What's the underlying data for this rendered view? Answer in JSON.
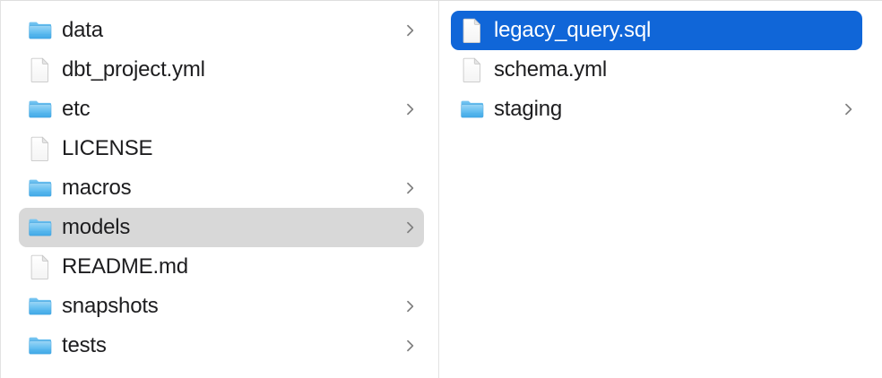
{
  "window": {
    "view": "column-browser",
    "accent_selected": "#1066d8",
    "accent_inactive": "#d8d8d8",
    "folder_color": "#56b7f0",
    "text_color": "#1d1d1f",
    "selected_text_color": "#ffffff"
  },
  "columns": [
    {
      "name": "parent-column",
      "items": [
        {
          "label": "data",
          "kind": "folder",
          "icon": "folder-icon",
          "chevron": true,
          "state": "normal"
        },
        {
          "label": "dbt_project.yml",
          "kind": "file",
          "icon": "document-icon",
          "chevron": false,
          "state": "normal"
        },
        {
          "label": "etc",
          "kind": "folder",
          "icon": "folder-icon",
          "chevron": true,
          "state": "normal"
        },
        {
          "label": "LICENSE",
          "kind": "file",
          "icon": "document-icon",
          "chevron": false,
          "state": "normal"
        },
        {
          "label": "macros",
          "kind": "folder",
          "icon": "folder-icon",
          "chevron": true,
          "state": "normal"
        },
        {
          "label": "models",
          "kind": "folder",
          "icon": "folder-icon",
          "chevron": true,
          "state": "selected-inactive"
        },
        {
          "label": "README.md",
          "kind": "file",
          "icon": "document-icon",
          "chevron": false,
          "state": "normal"
        },
        {
          "label": "snapshots",
          "kind": "folder",
          "icon": "folder-icon",
          "chevron": true,
          "state": "normal"
        },
        {
          "label": "tests",
          "kind": "folder",
          "icon": "folder-icon",
          "chevron": true,
          "state": "normal"
        }
      ]
    },
    {
      "name": "child-column",
      "items": [
        {
          "label": "legacy_query.sql",
          "kind": "file",
          "icon": "document-icon",
          "chevron": false,
          "state": "selected-active"
        },
        {
          "label": "schema.yml",
          "kind": "file",
          "icon": "document-icon",
          "chevron": false,
          "state": "normal"
        },
        {
          "label": "staging",
          "kind": "folder",
          "icon": "folder-icon",
          "chevron": true,
          "state": "normal"
        }
      ]
    }
  ]
}
